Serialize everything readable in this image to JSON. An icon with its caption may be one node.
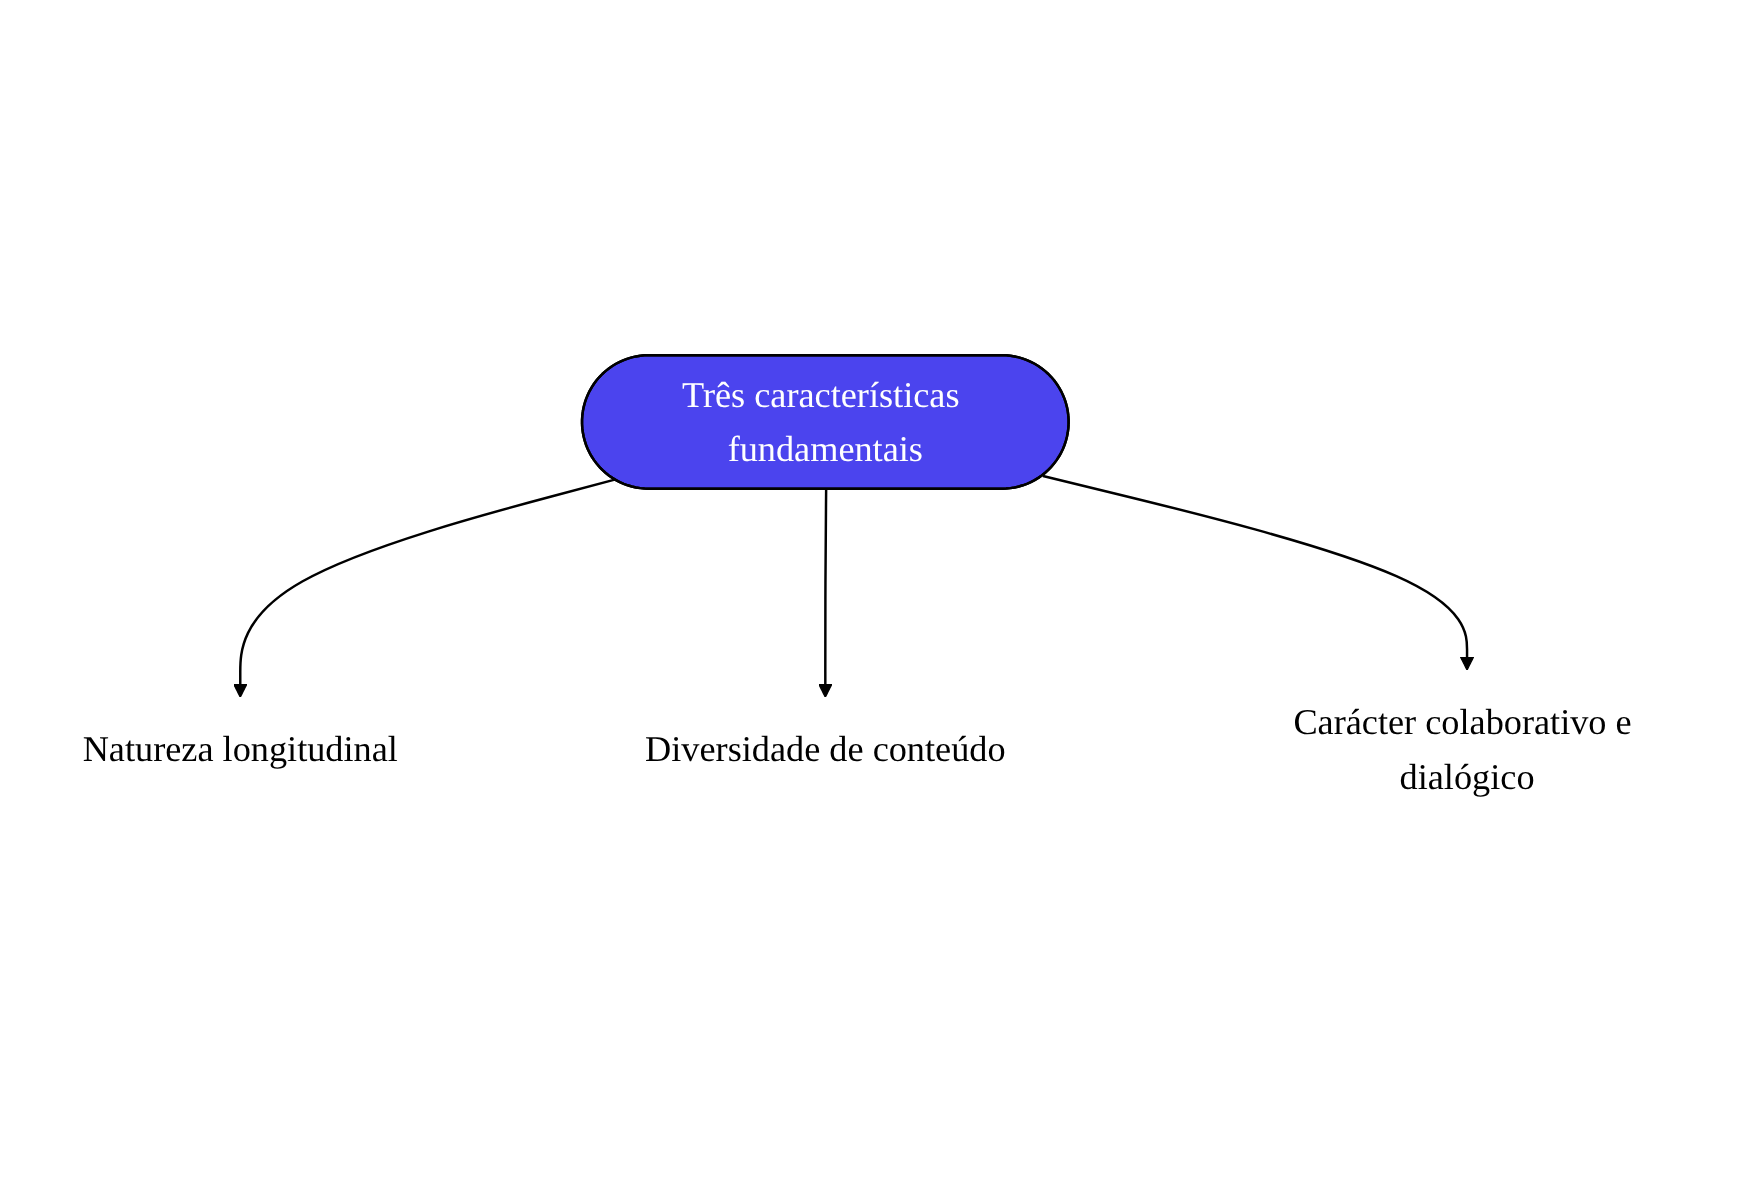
{
  "diagram": {
    "nodes": [
      {
        "text": [
          "Três características fundamentais"
        ]
      },
      {
        "text": [
          "Natureza longitudinal"
        ]
      },
      {
        "text": [
          "Diversidade de conteúdo"
        ]
      },
      {
        "text": [
          "Carácter colaborativo e dialógico"
        ]
      }
    ],
    "edges": [
      {
        "from": 0,
        "to": 1,
        "arrow": "to"
      },
      {
        "from": 0,
        "to": 2,
        "arrow": "to"
      },
      {
        "from": 0,
        "to": 3,
        "arrow": "to"
      }
    ]
  }
}
